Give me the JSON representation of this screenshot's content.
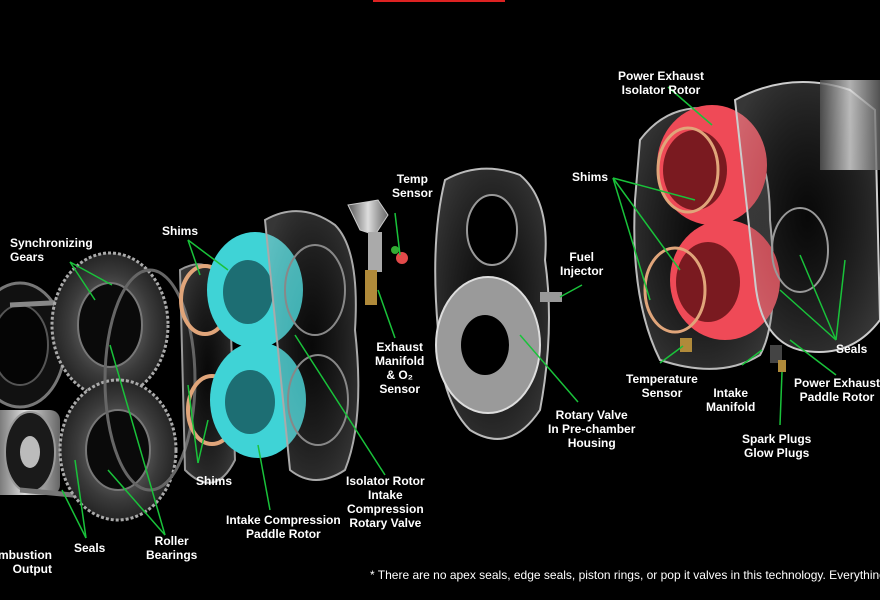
{
  "labels": {
    "synchronizing_gears": [
      "Synchronizing",
      "Gears"
    ],
    "shims_top": [
      "Shims"
    ],
    "shims_bottom": [
      "Shims"
    ],
    "temp_sensor": [
      "Temp",
      "Sensor"
    ],
    "exhaust_manifold": [
      "Exhaust",
      "Manifold",
      "& O₂",
      "Sensor"
    ],
    "fuel_injector": [
      "Fuel",
      "Injector"
    ],
    "rotary_valve": [
      "Rotary Valve",
      "In Pre-chamber",
      "Housing"
    ],
    "power_exhaust_isolator": [
      "Power Exhaust",
      "Isolator Rotor"
    ],
    "shims_right": [
      "Shims"
    ],
    "temperature_sensor": [
      "Temperature",
      "Sensor"
    ],
    "intake_manifold": [
      "Intake",
      "Manifold"
    ],
    "seals_right": [
      "Seals"
    ],
    "power_exhaust_paddle": [
      "Power Exhaust",
      "Paddle Rotor"
    ],
    "spark_plugs": [
      "Spark Plugs",
      "Glow Plugs"
    ],
    "isolator_rotor": [
      "Isolator Rotor",
      "Intake",
      "Compression",
      "Rotary Valve"
    ],
    "intake_compression_paddle": [
      "Intake Compression",
      "Paddle Rotor"
    ],
    "seals_left": [
      "Seals"
    ],
    "roller_bearings": [
      "Roller",
      "Bearings"
    ],
    "combustion_output": [
      "mbustion",
      "Output"
    ]
  },
  "footnote": "* There are no apex seals, edge seals, piston rings, or pop it valves in this technology. Everything",
  "colors": {
    "background": "#000000",
    "label_text": "#ffffff",
    "leader_line": "#19c23a",
    "cyan_rotor": "#3fd3d6",
    "red_rotor": "#ef4a57",
    "copper_shim": "#e0a57a"
  }
}
